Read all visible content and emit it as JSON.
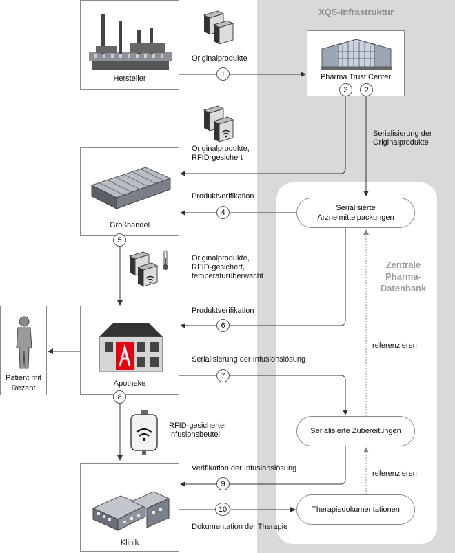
{
  "infrastructure": {
    "title": "XQS-Infrastruktur"
  },
  "database": {
    "title_lines": [
      "Zentrale",
      "Pharma-",
      "Datenbank"
    ]
  },
  "actors": {
    "manufacturer": "Hersteller",
    "trust_center": "Pharma Trust Center",
    "wholesale": "Großhandel",
    "pharmacy": "Apotheke",
    "clinic": "Klinik",
    "patient_lines": [
      "Patient mit",
      "Rezept"
    ]
  },
  "db_entries": {
    "packages_lines": [
      "Serialisierte",
      "Arzneimittelpackungen"
    ],
    "preparations": "Serialisierte Zubereitungen",
    "therapy_docs": "Therapiedokumentationen"
  },
  "step_numbers": [
    "1",
    "2",
    "3",
    "4",
    "5",
    "6",
    "7",
    "8",
    "9",
    "10"
  ],
  "flow_labels": {
    "original_products": "Originalprodukte",
    "serialization_lines": [
      "Serialisierung der",
      "Originalprodukte"
    ],
    "rfid_secured_lines": [
      "Originalprodukte,",
      "RFID-gesichert"
    ],
    "verification_1": "Produktverifikation",
    "temperature_lines": [
      "Originalprodukte,",
      "RFID-gesichert,",
      "temperaturüberwacht"
    ],
    "verification_2": "Produktverifikation",
    "infusion_serialization": "Serialisierung der Infusionslösung",
    "infusion_bag_lines": [
      "RFID-gesicherter",
      "Infusionsbeutel"
    ],
    "infusion_verification": "Verifikation der Infusionslösung",
    "therapy_documentation": "Dokumentation der Therapie",
    "reference_1": "referenzieren",
    "reference_2": "referenzieren"
  },
  "colors": {
    "infra_bg": "#d9d9d9",
    "db_title": "#9a9a9a",
    "red_cross": "#e3000f"
  }
}
